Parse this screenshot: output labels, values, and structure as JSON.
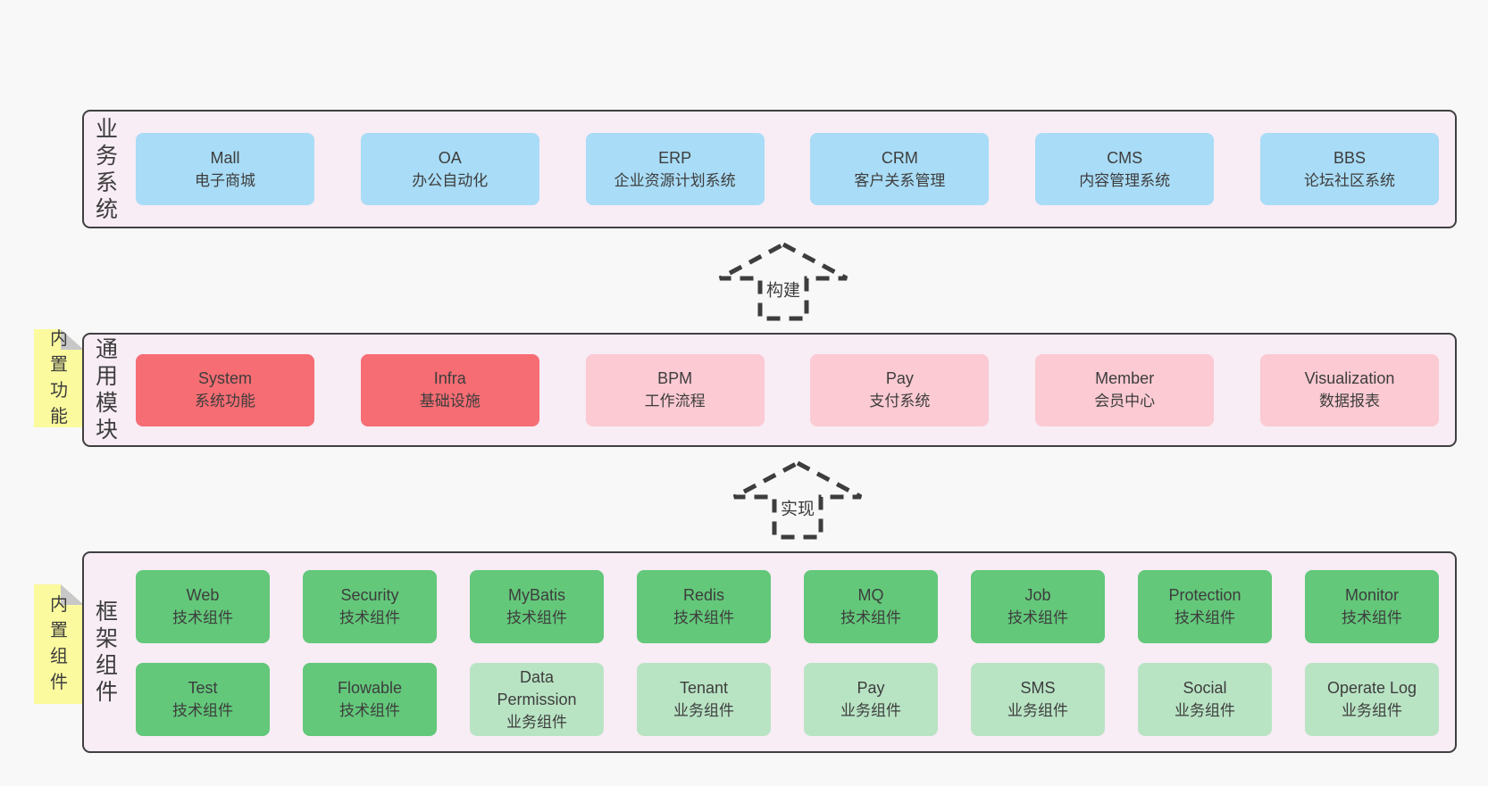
{
  "colors": {
    "page_bg": "#f8f8f8",
    "layer_bg": "#f8ecf5",
    "layer_border": "#404040",
    "blue_box": "#a9dcf6",
    "red_box": "#f66d73",
    "pink_box": "#fbcad2",
    "green_box": "#63c87a",
    "light_green_box": "#b9e4c4",
    "note_yellow": "#fbfa9e",
    "note_fold_gray": "#c8c8c8",
    "text": "#3d3d3d"
  },
  "arrows": [
    {
      "label": "构建"
    },
    {
      "label": "实现"
    }
  ],
  "layers": {
    "business": {
      "label": "业务系统",
      "boxes": [
        {
          "name": "Mall",
          "desc": "电子商城"
        },
        {
          "name": "OA",
          "desc": "办公自动化"
        },
        {
          "name": "ERP",
          "desc": "企业资源计划系统"
        },
        {
          "name": "CRM",
          "desc": "客户关系管理"
        },
        {
          "name": "CMS",
          "desc": "内容管理系统"
        },
        {
          "name": "BBS",
          "desc": "论坛社区系统"
        }
      ]
    },
    "modules": {
      "label": "通用模块",
      "note": "内置功能",
      "boxes": [
        {
          "name": "System",
          "desc": "系统功能"
        },
        {
          "name": "Infra",
          "desc": "基础设施"
        },
        {
          "name": "BPM",
          "desc": "工作流程"
        },
        {
          "name": "Pay",
          "desc": "支付系统"
        },
        {
          "name": "Member",
          "desc": "会员中心"
        },
        {
          "name": "Visualization",
          "desc": "数据报表"
        }
      ]
    },
    "framework": {
      "label": "框架组件",
      "note": "内置组件",
      "row1": [
        {
          "name": "Web",
          "desc": "技术组件"
        },
        {
          "name": "Security",
          "desc": "技术组件"
        },
        {
          "name": "MyBatis",
          "desc": "技术组件"
        },
        {
          "name": "Redis",
          "desc": "技术组件"
        },
        {
          "name": "MQ",
          "desc": "技术组件"
        },
        {
          "name": "Job",
          "desc": "技术组件"
        },
        {
          "name": "Protection",
          "desc": "技术组件"
        },
        {
          "name": "Monitor",
          "desc": "技术组件"
        }
      ],
      "row2": [
        {
          "name": "Test",
          "desc": "技术组件"
        },
        {
          "name": "Flowable",
          "desc": "技术组件"
        },
        {
          "name": "Data Permission",
          "desc": "业务组件"
        },
        {
          "name": "Tenant",
          "desc": "业务组件"
        },
        {
          "name": "Pay",
          "desc": "业务组件"
        },
        {
          "name": "SMS",
          "desc": "业务组件"
        },
        {
          "name": "Social",
          "desc": "业务组件"
        },
        {
          "name": "Operate Log",
          "desc": "业务组件"
        }
      ]
    }
  }
}
